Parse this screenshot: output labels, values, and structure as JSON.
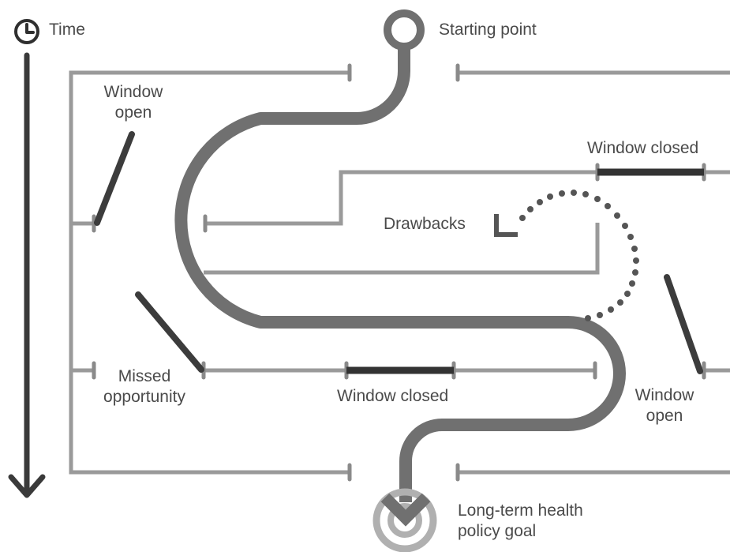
{
  "diagram": {
    "time_label": "Time",
    "start_label": "Starting point",
    "window_open_top": [
      "Window",
      "open"
    ],
    "window_closed_top": "Window closed",
    "drawbacks_label": "Drawbacks",
    "missed_opportunity": [
      "Missed",
      "opportunity"
    ],
    "window_closed_bottom": "Window closed",
    "window_open_right": [
      "Window",
      "open"
    ],
    "goal_label": [
      "Long-term health",
      "policy goal"
    ],
    "colors": {
      "path": "#707070",
      "barrier": "#9a9a9a",
      "closed_window": "#333333",
      "open_window": "#3c3c3c",
      "dots": "#555555",
      "target": "#b0b0b0",
      "time_arrow": "#3a3a3a",
      "text": "#4a4a4a"
    },
    "icons": [
      "clock-icon",
      "time-arrow-icon",
      "start-circle-icon",
      "target-icon",
      "drawback-arrow-icon"
    ]
  }
}
